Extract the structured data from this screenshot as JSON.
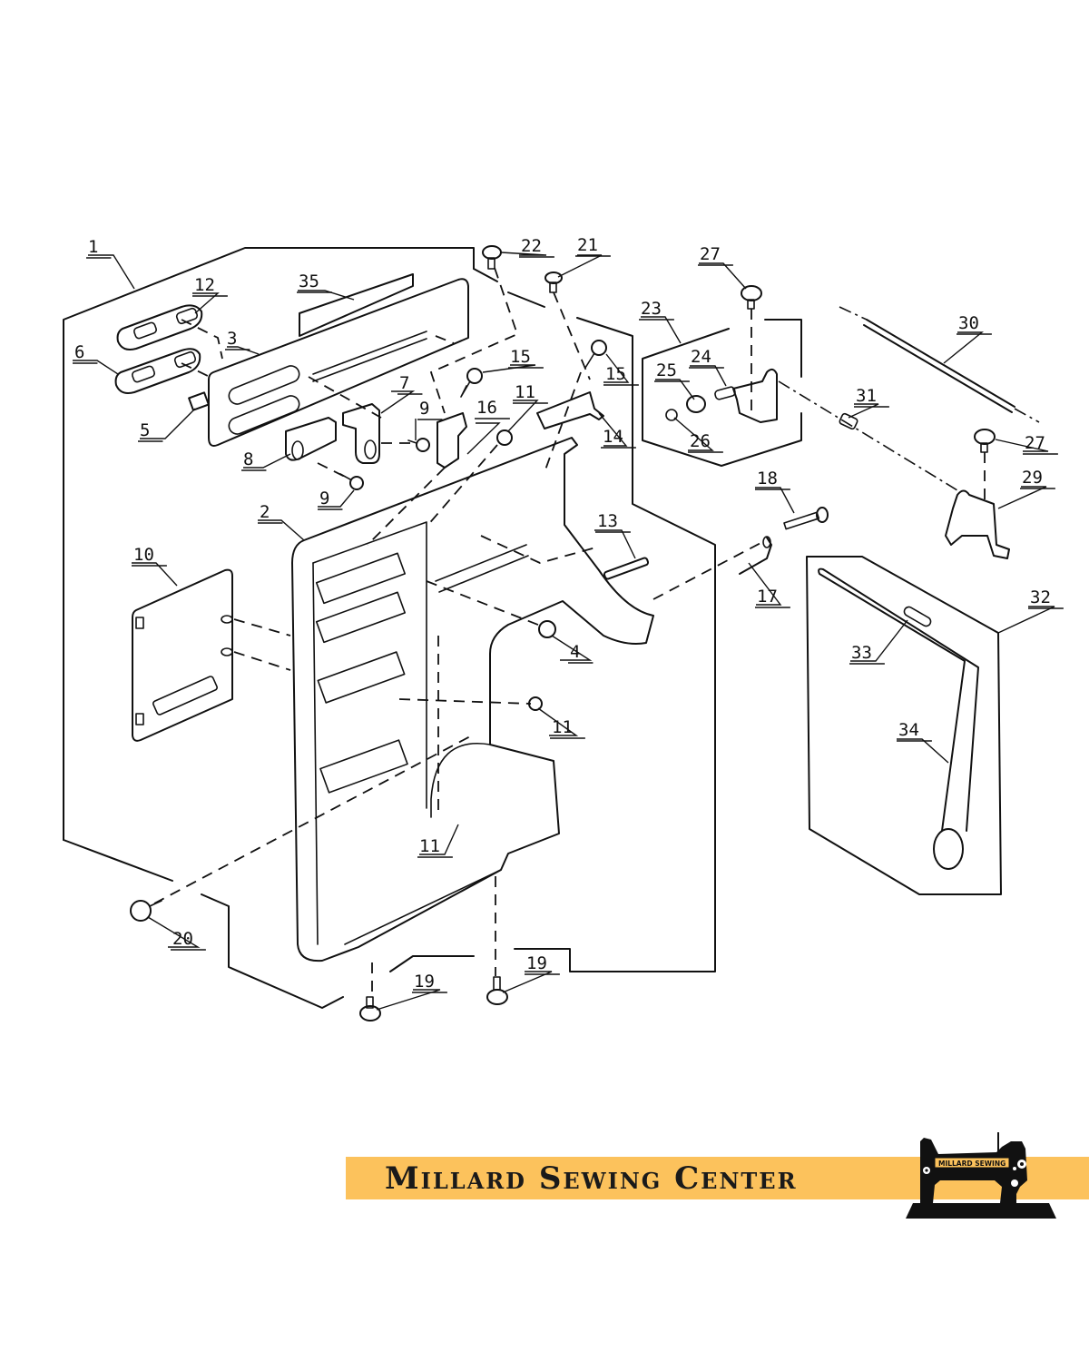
{
  "document": {
    "type": "parts-diagram",
    "callouts": [
      {
        "id": "c1",
        "label": "1"
      },
      {
        "id": "c2",
        "label": "2"
      },
      {
        "id": "c3",
        "label": "3"
      },
      {
        "id": "c4",
        "label": "4"
      },
      {
        "id": "c5",
        "label": "5"
      },
      {
        "id": "c6",
        "label": "6"
      },
      {
        "id": "c7",
        "label": "7"
      },
      {
        "id": "c8",
        "label": "8"
      },
      {
        "id": "c9a",
        "label": "9"
      },
      {
        "id": "c9b",
        "label": "9"
      },
      {
        "id": "c10",
        "label": "10"
      },
      {
        "id": "c11a",
        "label": "11"
      },
      {
        "id": "c11b",
        "label": "11"
      },
      {
        "id": "c11c",
        "label": "11"
      },
      {
        "id": "c12",
        "label": "12"
      },
      {
        "id": "c13",
        "label": "13"
      },
      {
        "id": "c14",
        "label": "14"
      },
      {
        "id": "c15a",
        "label": "15"
      },
      {
        "id": "c15b",
        "label": "15"
      },
      {
        "id": "c16",
        "label": "16"
      },
      {
        "id": "c17",
        "label": "17"
      },
      {
        "id": "c18",
        "label": "18"
      },
      {
        "id": "c19a",
        "label": "19"
      },
      {
        "id": "c19b",
        "label": "19"
      },
      {
        "id": "c20",
        "label": "20"
      },
      {
        "id": "c21",
        "label": "21"
      },
      {
        "id": "c22",
        "label": "22"
      },
      {
        "id": "c23",
        "label": "23"
      },
      {
        "id": "c24",
        "label": "24"
      },
      {
        "id": "c25",
        "label": "25"
      },
      {
        "id": "c26",
        "label": "26"
      },
      {
        "id": "c27a",
        "label": "27"
      },
      {
        "id": "c27b",
        "label": "27"
      },
      {
        "id": "c29",
        "label": "29"
      },
      {
        "id": "c30",
        "label": "30"
      },
      {
        "id": "c31",
        "label": "31"
      },
      {
        "id": "c32",
        "label": "32"
      },
      {
        "id": "c33",
        "label": "33"
      },
      {
        "id": "c34",
        "label": "34"
      },
      {
        "id": "c35",
        "label": "35"
      }
    ]
  },
  "footer": {
    "banner_text": "Millard Sewing Center",
    "logo_plate_text": "MILLARD SEWING",
    "banner_color": "#FCC25C",
    "logo_icon": "sewing-machine-icon"
  }
}
